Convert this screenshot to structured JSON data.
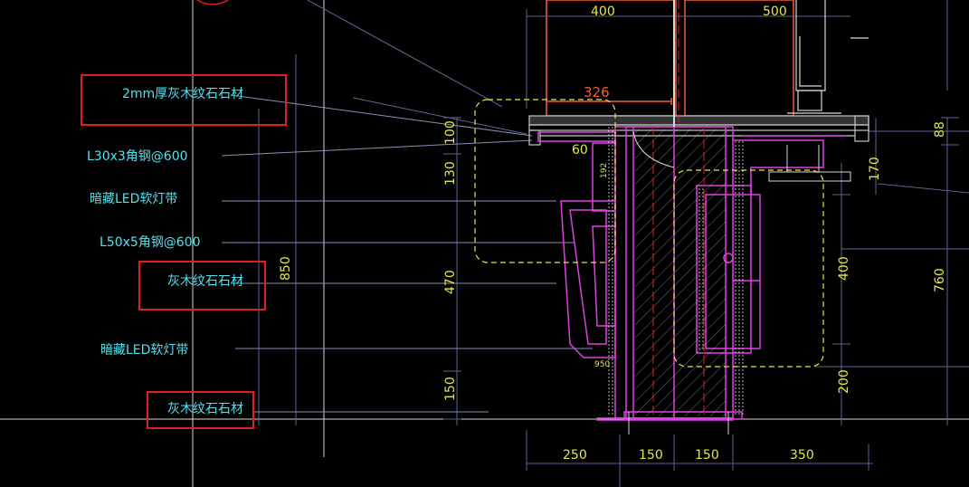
{
  "labels": {
    "stone_2mm": "2mm厚灰木纹石石材",
    "angle_30": "L30x3角钢@600",
    "led_1": "暗藏LED软灯带",
    "angle_50": "L50x5角钢@600",
    "stone_mid": "灰木纹石石材",
    "led_2": "暗藏LED软灯带",
    "stone_bottom": "灰木纹石石材"
  },
  "dimensions": {
    "top_400": "400",
    "top_500": "500",
    "d_326": "326",
    "d_60": "60",
    "d_192": "192",
    "d_950": "950",
    "left_100": "100",
    "left_130": "130",
    "left_470": "470",
    "left_150": "150",
    "left_850": "850",
    "right_170": "170",
    "right_400": "400",
    "right_200": "200",
    "right_88": "88",
    "right_760": "760",
    "bottom_250": "250",
    "bottom_150a": "150",
    "bottom_150b": "150",
    "bottom_350": "350"
  },
  "colors": {
    "background": "#000000",
    "annotation_text": "#4fe3ee",
    "dimension_text": "#e6e64a",
    "highlight_box": "#e02020",
    "panel_magenta": "#e040e0",
    "frame_orange": "#f06030",
    "leader_line": "#8890b8"
  }
}
